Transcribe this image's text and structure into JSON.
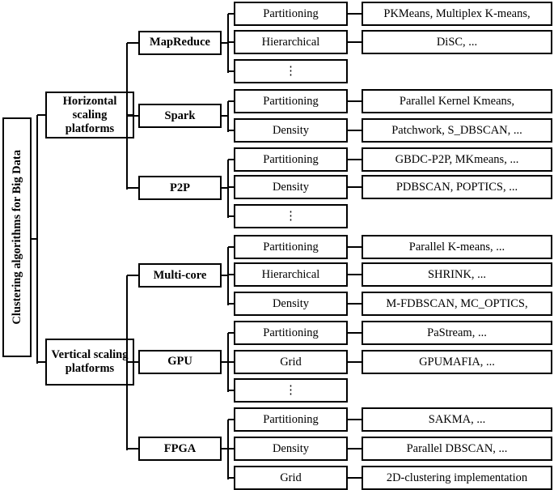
{
  "root": "Clustering algorithms for Big Data",
  "groups": [
    {
      "label": "Horizontal scaling platforms",
      "platforms": [
        {
          "label": "MapReduce",
          "rows": [
            {
              "category": "Partitioning",
              "algorithms": "PKMeans, Multiplex K-means,"
            },
            {
              "category": "Hierarchical",
              "algorithms": "DiSC, ..."
            },
            {
              "category": "⋮",
              "algorithms": null
            }
          ]
        },
        {
          "label": "Spark",
          "rows": [
            {
              "category": "Partitioning",
              "algorithms": "Parallel Kernel Kmeans,"
            },
            {
              "category": "Density",
              "algorithms": "Patchwork, S_DBSCAN, ..."
            }
          ]
        },
        {
          "label": "P2P",
          "rows": [
            {
              "category": "Partitioning",
              "algorithms": "GBDC-P2P, MKmeans, ..."
            },
            {
              "category": "Density",
              "algorithms": "PDBSCAN, POPTICS, ..."
            },
            {
              "category": "⋮",
              "algorithms": null
            }
          ]
        }
      ]
    },
    {
      "label": "Vertical scaling platforms",
      "platforms": [
        {
          "label": "Multi-core",
          "rows": [
            {
              "category": "Partitioning",
              "algorithms": "Parallel K-means, ..."
            },
            {
              "category": "Hierarchical",
              "algorithms": "SHRINK, ..."
            },
            {
              "category": "Density",
              "algorithms": "M-FDBSCAN, MC_OPTICS,"
            }
          ]
        },
        {
          "label": "GPU",
          "rows": [
            {
              "category": "Partitioning",
              "algorithms": "PaStream, ..."
            },
            {
              "category": "Grid",
              "algorithms": "GPUMAFIA, ..."
            },
            {
              "category": "⋮",
              "algorithms": null
            }
          ]
        },
        {
          "label": "FPGA",
          "rows": [
            {
              "category": "Partitioning",
              "algorithms": "SAKMA, ..."
            },
            {
              "category": "Density",
              "algorithms": "Parallel DBSCAN, ..."
            },
            {
              "category": "Grid",
              "algorithms": "2D-clustering implementation"
            }
          ]
        }
      ]
    }
  ]
}
